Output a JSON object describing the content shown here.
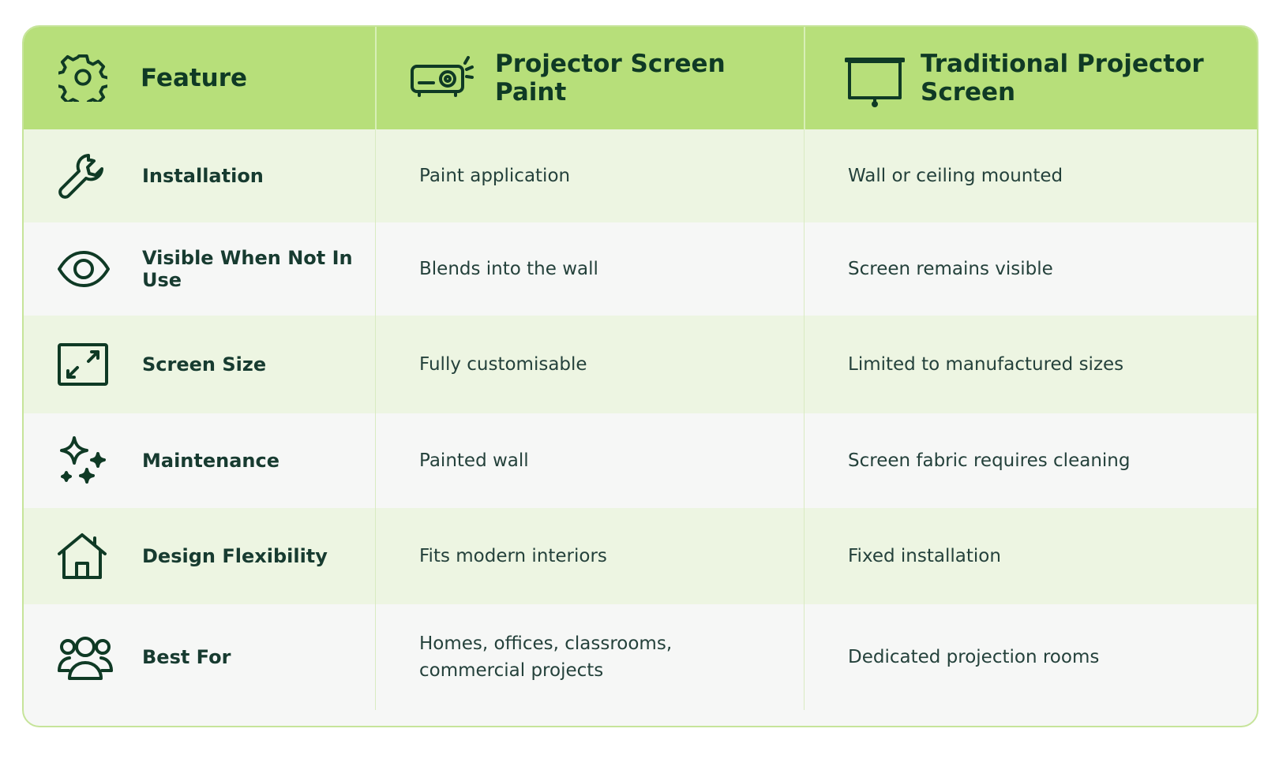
{
  "header": {
    "feature": "Feature",
    "paint": "Projector Screen Paint",
    "traditional": "Traditional Projector Screen",
    "icons": [
      "gear-icon",
      "projector-icon",
      "projector-screen-icon"
    ]
  },
  "rows": [
    {
      "feature": "Installation",
      "icon": "wrench-icon",
      "paint": "Paint application",
      "traditional": "Wall or ceiling mounted"
    },
    {
      "feature": "Visible When Not In Use",
      "icon": "eye-icon",
      "paint": "Blends into the wall",
      "traditional": "Screen remains visible"
    },
    {
      "feature": "Screen Size",
      "icon": "resize-icon",
      "paint": "Fully customisable",
      "traditional": "Limited to manufactured sizes"
    },
    {
      "feature": "Maintenance",
      "icon": "sparkle-icon",
      "paint": "Painted wall",
      "traditional": "Screen fabric requires cleaning"
    },
    {
      "feature": "Design Flexibility",
      "icon": "house-icon",
      "paint": "Fits modern interiors",
      "traditional": "Fixed installation"
    },
    {
      "feature": "Best For",
      "icon": "users-icon",
      "paint_line1": "Homes, offices, classrooms,",
      "paint_line2": "commercial projects",
      "traditional": "Dedicated projection rooms"
    }
  ],
  "colors": {
    "header_bg": "#b7df7a",
    "text_dark": "#0f3a25",
    "row_green": "#edf5e2",
    "row_grey": "#f6f7f6",
    "border": "#c6e49a"
  }
}
